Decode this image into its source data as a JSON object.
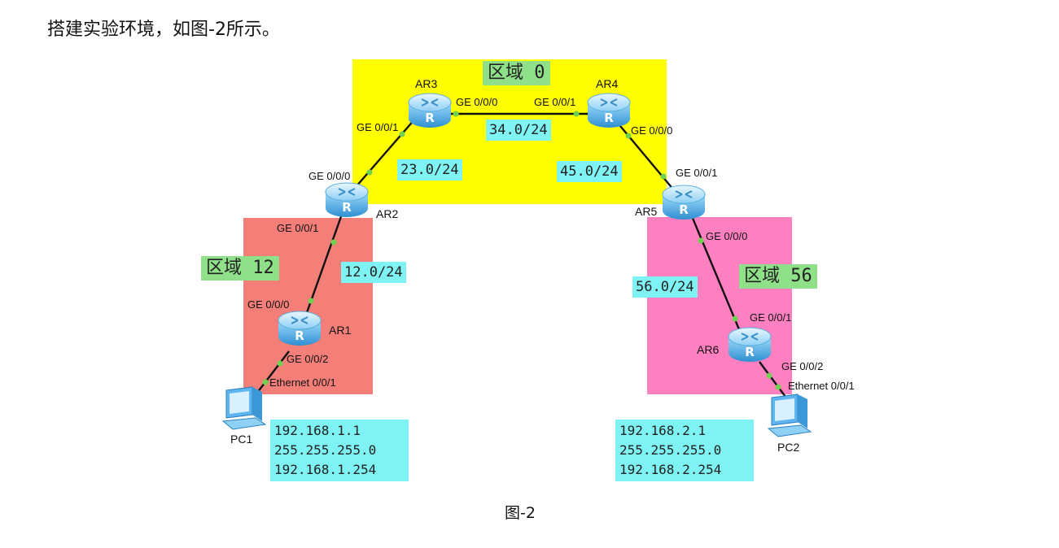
{
  "heading": "搭建实验环境，如图-2所示。",
  "caption": "图-2",
  "zones": [
    {
      "id": "zone-0",
      "label": "区域 0",
      "color": "#ffff00"
    },
    {
      "id": "zone-12",
      "label": "区域 12",
      "color": "#f47f78"
    },
    {
      "id": "zone-56",
      "label": "区域 56",
      "color": "#ff80c0"
    }
  ],
  "devices": {
    "ar1": "AR1",
    "ar2": "AR2",
    "ar3": "AR3",
    "ar4": "AR4",
    "ar5": "AR5",
    "ar6": "AR6",
    "pc1": "PC1",
    "pc2": "PC2"
  },
  "networks": {
    "n12": "12.0/24",
    "n23": "23.0/24",
    "n34": "34.0/24",
    "n45": "45.0/24",
    "n56": "56.0/24"
  },
  "ports": {
    "ar3_g000": "GE 0/0/0",
    "ar4_g001": "GE 0/0/1",
    "ar3_g001": "GE 0/0/1",
    "ar4_g000": "GE 0/0/0",
    "ar2_g000": "GE 0/0/0",
    "ar5_g001": "GE 0/0/1",
    "ar2_g001": "GE 0/0/1",
    "ar5_g000": "GE 0/0/0",
    "ar1_g000": "GE 0/0/0",
    "ar6_g001": "GE 0/0/1",
    "ar1_g002": "GE 0/0/2",
    "ar6_g002": "GE 0/0/2",
    "pc1_eth": "Ethernet 0/0/1",
    "pc2_eth": "Ethernet 0/0/1"
  },
  "pc1_config": [
    "192.168.1.1",
    "255.255.255.0",
    "192.168.1.254"
  ],
  "pc2_config": [
    "192.168.2.1",
    "255.255.255.0",
    "192.168.2.254"
  ],
  "colors": {
    "router": "#4fb3e8",
    "pc": "#7cc4f0",
    "link_dot": "#6fd14f",
    "label_bg": "#7ff3f3",
    "zone_label_bg": "#90e08a"
  },
  "icons": {
    "router": "router-icon",
    "pc": "pc-icon"
  }
}
